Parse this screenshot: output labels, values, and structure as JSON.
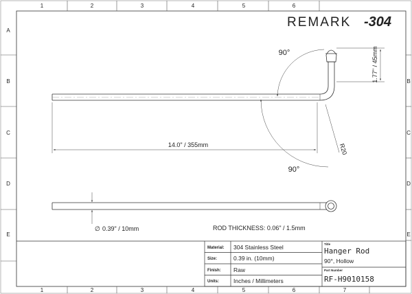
{
  "grid": {
    "columns": [
      "1",
      "2",
      "3",
      "4",
      "5",
      "6",
      "7"
    ],
    "rows": [
      "A",
      "B",
      "C",
      "D",
      "E"
    ]
  },
  "brand": {
    "name": "REMARK",
    "suffix": "-304"
  },
  "dimensions": {
    "length": "14.0\" / 355mm",
    "height": "1.77\" / 45mm",
    "radius": "R20",
    "angle_top": "90°",
    "angle_bottom": "90°",
    "diameter": "0.39\" / 10mm",
    "thickness": "ROD THICKNESS: 0.06\" / 1.5mm"
  },
  "title_block": {
    "rows": [
      {
        "label": "Material:",
        "value": "304 Stainless Steel"
      },
      {
        "label": "Size:",
        "value": "0.39 in. (10mm)"
      },
      {
        "label": "Finish:",
        "value": "Raw"
      },
      {
        "label": "Units:",
        "value": "Inches / Millimeters"
      }
    ],
    "title_caption": "Title",
    "title": "Hanger Rod",
    "subtitle": "90°, Hollow",
    "part_caption": "Part Number",
    "part_number": "RF-H9010158"
  },
  "colors": {
    "line": "#333333",
    "text": "#222222"
  }
}
